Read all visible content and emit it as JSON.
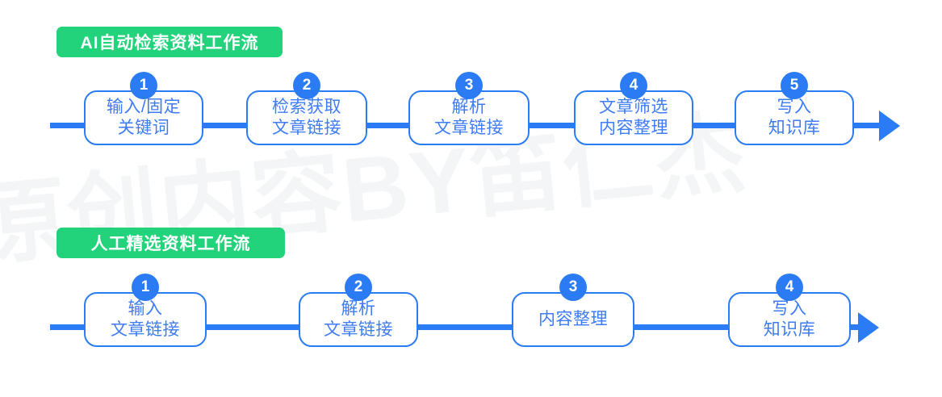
{
  "diagram": {
    "title_hidden": "",
    "watermark": "原创内容BY笛仁杰",
    "colors": {
      "accent_blue": "#2b7cf4",
      "node_text_blue": "#3d7bf7",
      "badge_green": "#23d37c",
      "background": "#ffffff",
      "watermark_gray": "#f4f5f6"
    },
    "flows": [
      {
        "id": "ai-auto-retrieval",
        "header": "AI自动检索资料工作流",
        "nodes": [
          {
            "number": "1",
            "lines": [
              "输入/固定",
              "关键词"
            ]
          },
          {
            "number": "2",
            "lines": [
              "检索获取",
              "文章链接"
            ]
          },
          {
            "number": "3",
            "lines": [
              "解析",
              "文章链接"
            ]
          },
          {
            "number": "4",
            "lines": [
              "文章筛选",
              "内容整理"
            ]
          },
          {
            "number": "5",
            "lines": [
              "写入",
              "知识库"
            ]
          }
        ],
        "end_marker": "arrow-right-icon"
      },
      {
        "id": "manual-curation",
        "header": "人工精选资料工作流",
        "nodes": [
          {
            "number": "1",
            "lines": [
              "输入",
              "文章链接"
            ]
          },
          {
            "number": "2",
            "lines": [
              "解析",
              "文章链接"
            ]
          },
          {
            "number": "3",
            "lines": [
              "内容整理"
            ]
          },
          {
            "number": "4",
            "lines": [
              "写入",
              "知识库"
            ]
          }
        ],
        "end_marker": "arrow-right-icon"
      }
    ]
  }
}
